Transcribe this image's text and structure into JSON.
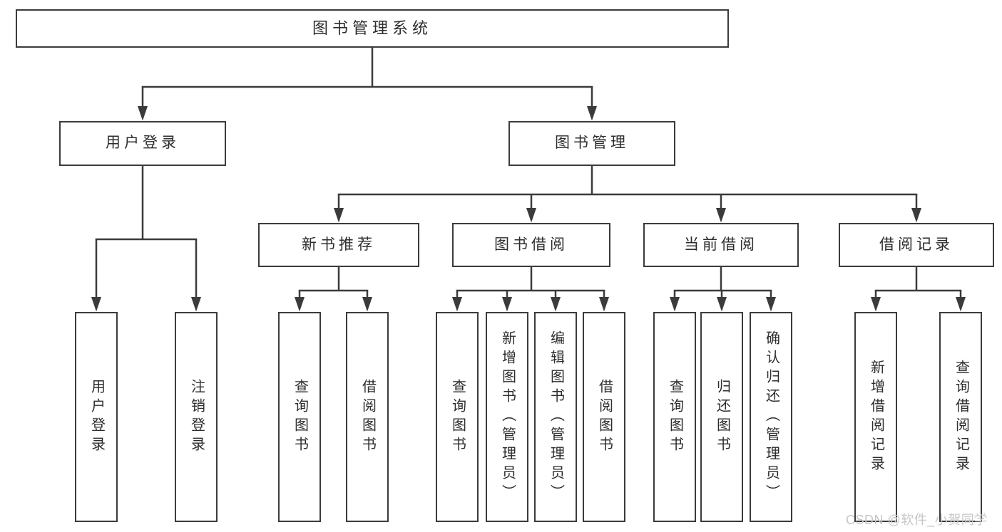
{
  "diagram": {
    "title": {
      "label": "图书管理系统"
    },
    "branches": [
      {
        "label": "用户登录",
        "children": [
          {
            "label": "用户登录"
          },
          {
            "label": "注销登录"
          }
        ]
      },
      {
        "label": "图书管理",
        "sections": [
          {
            "label": "新书推荐",
            "children": [
              {
                "label": "查询图书"
              },
              {
                "label": "借阅图书"
              }
            ]
          },
          {
            "label": "图书借阅",
            "children": [
              {
                "label": "查询图书"
              },
              {
                "label": "新增图书（管理员）"
              },
              {
                "label": "编辑图书（管理员）"
              },
              {
                "label": "借阅图书"
              }
            ]
          },
          {
            "label": "当前借阅",
            "children": [
              {
                "label": "查询图书"
              },
              {
                "label": "归还图书"
              },
              {
                "label": "确认归还（管理员）"
              }
            ]
          },
          {
            "label": "借阅记录",
            "children": [
              {
                "label": "新增借阅记录"
              },
              {
                "label": "查询借阅记录"
              }
            ]
          }
        ]
      }
    ]
  },
  "colors": {
    "line": "#3b3b3b",
    "box_border": "#3b3b3b",
    "text": "#2d2d2d",
    "watermark": "#c6c6c6"
  },
  "watermark": {
    "text": "CSDN @软件_小贺同学"
  }
}
